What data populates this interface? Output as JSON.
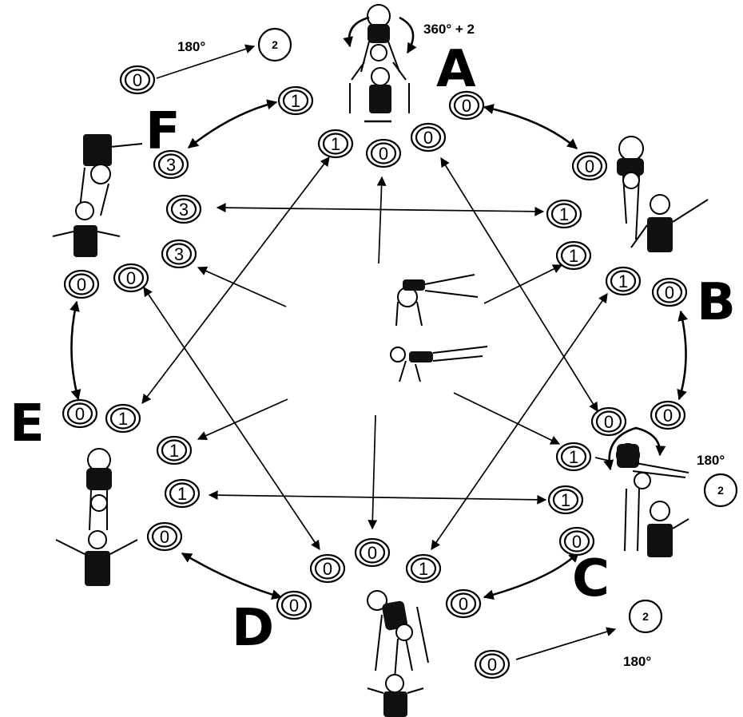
{
  "position_labels": {
    "A": "A",
    "B": "B",
    "C": "C",
    "D": "D",
    "E": "E",
    "F": "F"
  },
  "annotations": {
    "top_left_rotation": "180°",
    "top_spin": "360° + 2",
    "right_rotation": "180°",
    "bottom_right_rotation": "180°"
  },
  "nodes": [
    {
      "id": "n_tl_0",
      "value": "0"
    },
    {
      "id": "n_tl_2",
      "value": "2"
    },
    {
      "id": "n_f_1",
      "value": "1"
    },
    {
      "id": "n_f_3a",
      "value": "3"
    },
    {
      "id": "n_a_1",
      "value": "1"
    },
    {
      "id": "n_a_0",
      "value": "0"
    },
    {
      "id": "n_a_0b",
      "value": "0"
    },
    {
      "id": "n_a_0c",
      "value": "0"
    },
    {
      "id": "n_b_0top",
      "value": "0"
    },
    {
      "id": "n_f_3b",
      "value": "3"
    },
    {
      "id": "n_b_1a",
      "value": "1"
    },
    {
      "id": "n_f_3c",
      "value": "3"
    },
    {
      "id": "n_b_1b",
      "value": "1"
    },
    {
      "id": "n_e_0top",
      "value": "0"
    },
    {
      "id": "n_e_0b",
      "value": "0"
    },
    {
      "id": "n_b_1c",
      "value": "1"
    },
    {
      "id": "n_b_0r",
      "value": "0"
    },
    {
      "id": "n_e_0l",
      "value": "0"
    },
    {
      "id": "n_e_1",
      "value": "1"
    },
    {
      "id": "n_c_0a",
      "value": "0"
    },
    {
      "id": "n_c_0r",
      "value": "0"
    },
    {
      "id": "n_c_2",
      "value": "2"
    },
    {
      "id": "n_e_1b",
      "value": "1"
    },
    {
      "id": "n_c_1a",
      "value": "1"
    },
    {
      "id": "n_d_1",
      "value": "1"
    },
    {
      "id": "n_c_1b",
      "value": "1"
    },
    {
      "id": "n_d_0l",
      "value": "0"
    },
    {
      "id": "n_c_0b",
      "value": "0"
    },
    {
      "id": "n_bot_0a",
      "value": "0"
    },
    {
      "id": "n_bot_0b",
      "value": "0"
    },
    {
      "id": "n_bot_1",
      "value": "1"
    },
    {
      "id": "n_d_0",
      "value": "0"
    },
    {
      "id": "n_c_0c",
      "value": "0"
    },
    {
      "id": "n_br_2",
      "value": "2"
    },
    {
      "id": "n_br_0",
      "value": "0"
    }
  ]
}
